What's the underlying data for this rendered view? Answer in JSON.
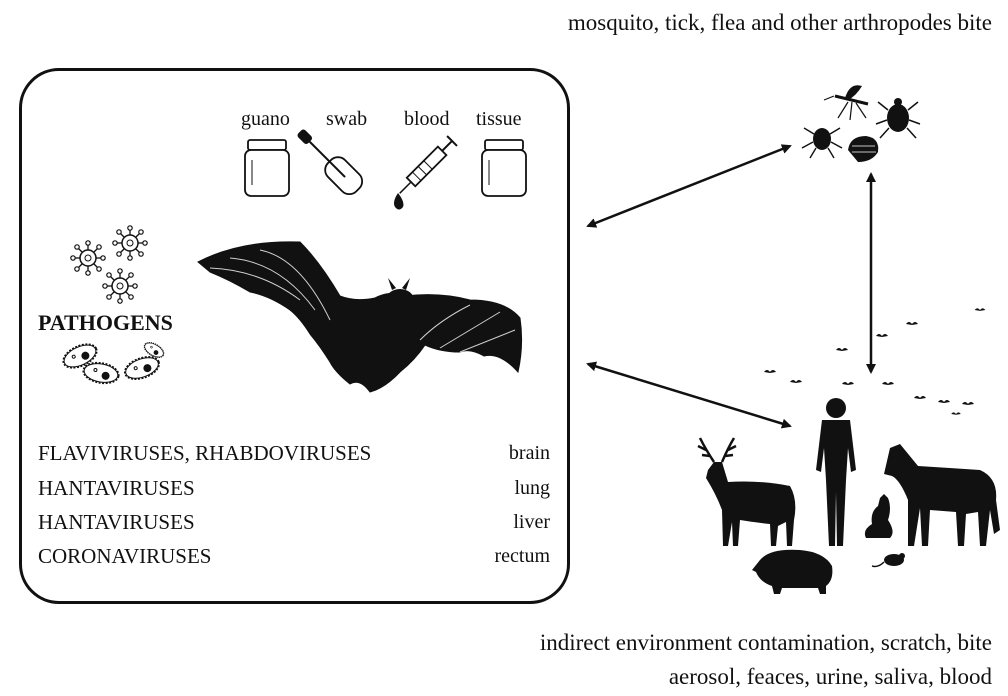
{
  "captions": {
    "top": "mosquito, tick, flea and other arthropodes bite",
    "bottom_line1": "indirect environment contamination, scratch, bite",
    "bottom_line2": "aerosol, feaces, urine, saliva, blood"
  },
  "samples": [
    "guano",
    "swab",
    "blood",
    "tissue"
  ],
  "pathogens_title": "PATHOGENS",
  "virus_table": [
    {
      "virus": "FLAVIVIRUSES, RHABDOVIRUSES",
      "organ": "brain"
    },
    {
      "virus": "HANTAVIRUSES",
      "organ": "lung"
    },
    {
      "virus": "HANTAVIRUSES",
      "organ": "liver"
    },
    {
      "virus": "CORONAVIRUSES",
      "organ": "rectum"
    }
  ],
  "icons": [
    "jar-icon",
    "swab-tube-icon",
    "syringe-icon",
    "virus-icon",
    "bacteria-icon",
    "bat-icon",
    "mosquito-icon",
    "tick-icon",
    "flea-icon",
    "bird-flock-icon",
    "human-icon",
    "deer-icon",
    "horse-icon",
    "cat-icon",
    "pig-icon",
    "mouse-icon"
  ]
}
